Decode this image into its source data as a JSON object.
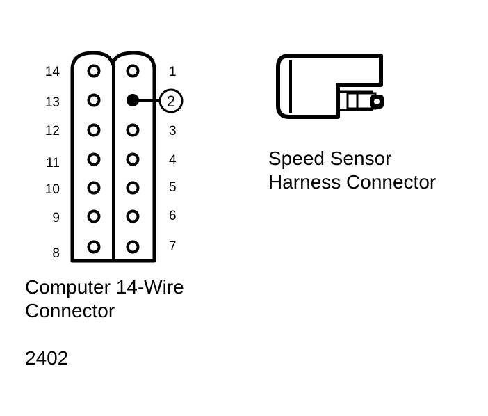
{
  "computer_connector": {
    "caption_line1": "Computer 14-Wire",
    "caption_line2": "Connector",
    "left_pins": [
      {
        "label": "14",
        "filled": false
      },
      {
        "label": "13",
        "filled": false
      },
      {
        "label": "12",
        "filled": false
      },
      {
        "label": "11",
        "filled": false
      },
      {
        "label": "10",
        "filled": false
      },
      {
        "label": "9",
        "filled": false
      },
      {
        "label": "8",
        "filled": false
      }
    ],
    "right_pins": [
      {
        "label": "1",
        "filled": false
      },
      {
        "label": "2",
        "filled": true
      },
      {
        "label": "3",
        "filled": false
      },
      {
        "label": "4",
        "filled": false
      },
      {
        "label": "5",
        "filled": false
      },
      {
        "label": "6",
        "filled": false
      },
      {
        "label": "7",
        "filled": false
      }
    ],
    "callout_label": "2"
  },
  "speed_sensor_connector": {
    "caption_line1": "Speed Sensor",
    "caption_line2": "Harness Connector"
  },
  "figure_number": "2402"
}
